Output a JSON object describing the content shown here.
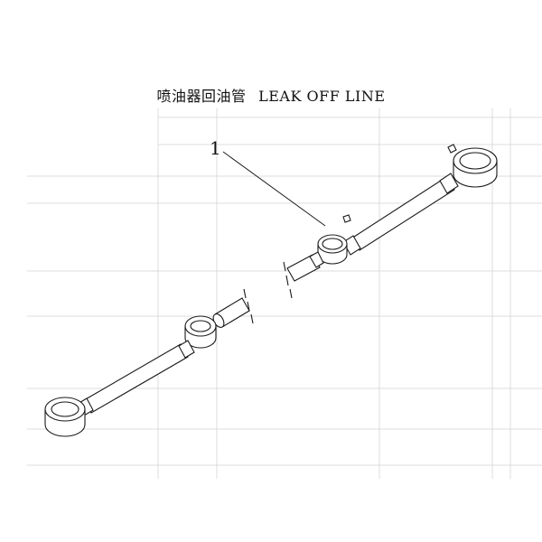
{
  "title": {
    "zh": "喷油器回油管",
    "en": "LEAK OFF LINE"
  },
  "callout_number": "1",
  "colors": {
    "line": "#1a1a1a",
    "background": "#ffffff",
    "ghost": "#d0d0d0"
  }
}
